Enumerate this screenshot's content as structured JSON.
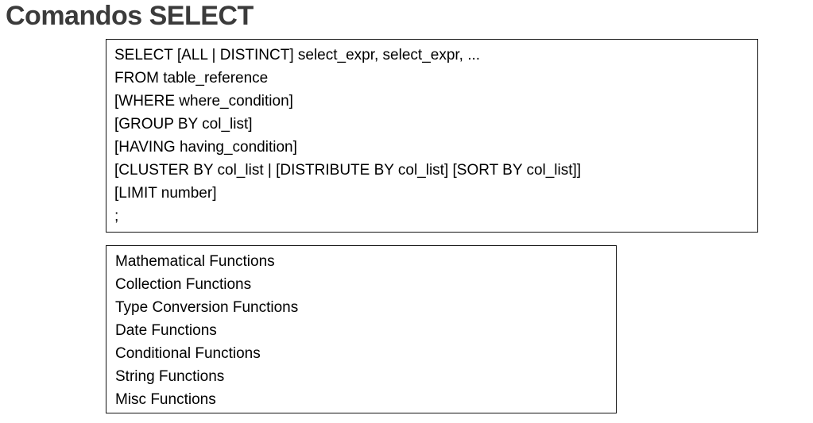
{
  "page": {
    "title": "Comandos SELECT"
  },
  "syntax_box": {
    "lines": [
      "SELECT [ALL | DISTINCT] select_expr, select_expr, ...",
      "FROM table_reference",
      "[WHERE where_condition]",
      "[GROUP BY col_list]",
      "[HAVING having_condition]",
      "[CLUSTER BY col_list | [DISTRIBUTE BY col_list] [SORT BY col_list]]",
      "[LIMIT number]",
      ";"
    ]
  },
  "functions_box": {
    "items": [
      "Mathematical Functions",
      "Collection Functions",
      "Type Conversion Functions",
      "Date Functions",
      "Conditional Functions",
      "String Functions",
      "Misc Functions"
    ]
  },
  "colors": {
    "title": "#3b3b3b",
    "text": "#000000",
    "border": "#141414",
    "background": "#ffffff"
  }
}
